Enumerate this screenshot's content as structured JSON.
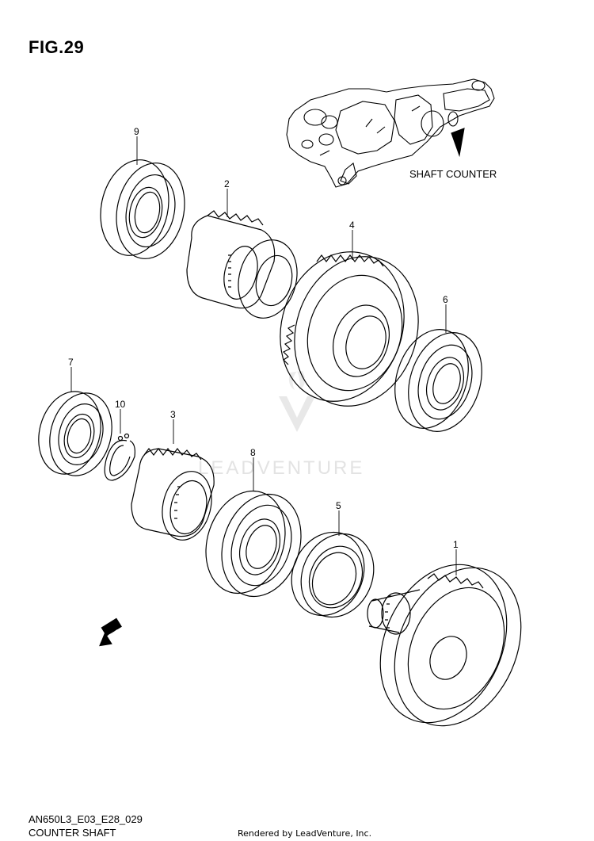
{
  "figure": {
    "title": "FIG.29",
    "code": "AN650L3_E03_E28_029",
    "name": "COUNTER SHAFT"
  },
  "inset_label": "SHAFT COUNTER",
  "direction_badge": "FWD",
  "credit": "Rendered by LeadVenture, Inc.",
  "watermark": "LEADVENTURE",
  "callouts": [
    {
      "id": "9",
      "label": "9"
    },
    {
      "id": "2",
      "label": "2"
    },
    {
      "id": "4",
      "label": "4"
    },
    {
      "id": "6",
      "label": "6"
    },
    {
      "id": "7",
      "label": "7"
    },
    {
      "id": "10",
      "label": "10"
    },
    {
      "id": "3",
      "label": "3"
    },
    {
      "id": "8",
      "label": "8"
    },
    {
      "id": "5",
      "label": "5"
    },
    {
      "id": "1",
      "label": "1"
    }
  ],
  "colors": {
    "line": "#000000",
    "background": "#ffffff",
    "watermark": "#e3e3e3"
  }
}
